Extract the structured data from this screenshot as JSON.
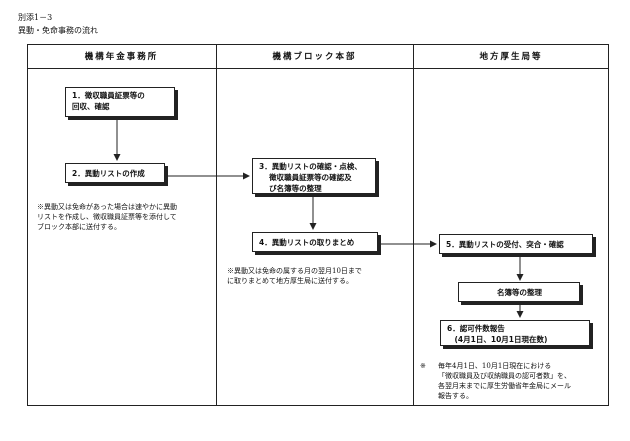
{
  "header": {
    "attachment": "別添1－3",
    "title": "異動・免命事務の流れ"
  },
  "columns": [
    "機構年金事務所",
    "機構ブロック本部",
    "地方厚生局等"
  ],
  "boxes": {
    "b1": "1．徴収職員証票等の\n回収、確認",
    "b2": "2．異動リストの作成",
    "b3": "3．異動リストの確認・点検、\n　 徴収職員証票等の確認及\n　 び名簿等の整理",
    "b4": "4．異動リストの取りまとめ",
    "b5": "5．異動リストの受付、突合・確認",
    "b6": "名簿等の整理",
    "b7": "6．認可件数報告\n　(4月1日、10月1日現在数)"
  },
  "notes": {
    "n1": "※異動又は免命があった場合は速やかに異動\nリストを作成し、徴収職員証票等を添付して\nブロック本部に送付する。",
    "n2": "※異動又は免命の属する月の翌月10日まで\nに取りまとめて地方厚生局に送付する。",
    "n3_mark": "※",
    "n3": "毎年4月1日、10月1日現在における\n「徴収職員及び収納職員の認可者数」を、\n各翌月末までに厚生労働省年金局にメール\n報告する。"
  }
}
